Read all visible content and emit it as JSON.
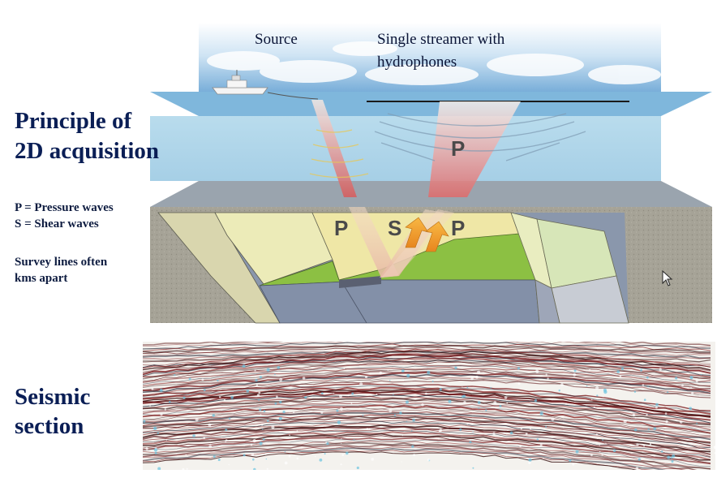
{
  "slide": {
    "title_principle": "Principle of",
    "title_2d": "2D acquisition",
    "legend_p": "P = Pressure waves",
    "legend_s": "S = Shear waves",
    "survey_line1": "Survey lines often",
    "survey_line2": "kms apart",
    "seismic_title1": "Seismic",
    "seismic_title2": "section"
  },
  "diagram": {
    "source_label": "Source",
    "streamer_label1": "Single streamer with",
    "streamer_label2": "hydrophones",
    "wave_p_water": "P",
    "wave_p_rock": "P",
    "wave_s_rock": "S",
    "wave_p_rock2": "P"
  },
  "colors": {
    "heading": "#0a1e55",
    "water": "#a9d4ea",
    "seabed": "#9aa4ae",
    "sediment": "#efe7a6",
    "green_layer": "#8cc043",
    "basement": "#8a97ac",
    "arrow": "#f3a12c"
  },
  "icons": [
    "ship-icon",
    "cursor-arrow-icon"
  ]
}
